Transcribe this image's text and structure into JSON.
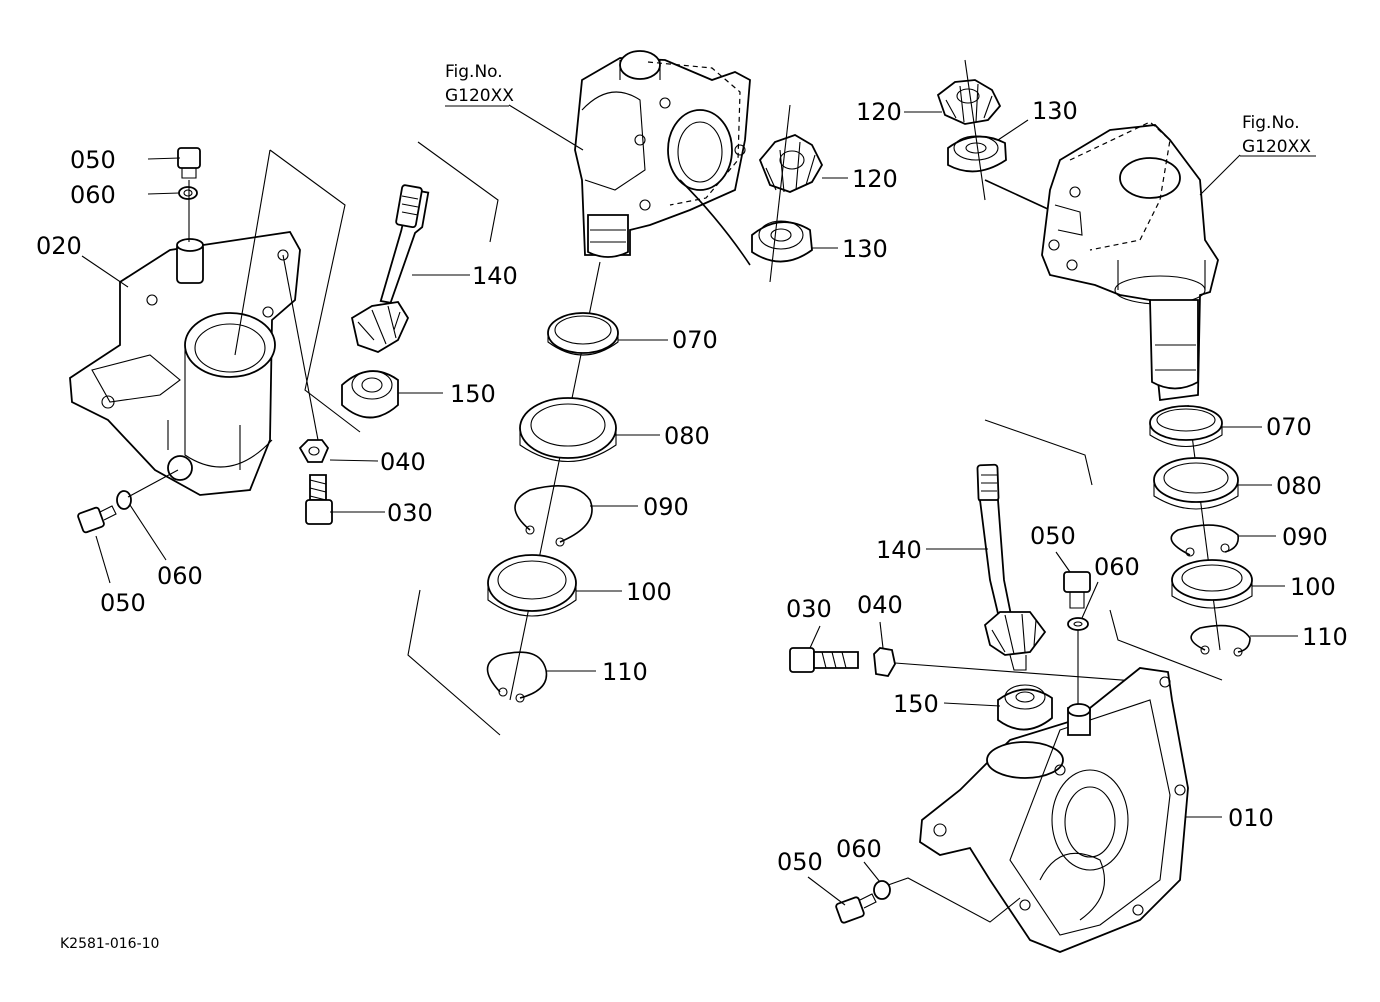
{
  "diagram_code": "K2581-016-10",
  "fig_ref_left": {
    "line1": "Fig.No.",
    "line2": "G120XX"
  },
  "fig_ref_right": {
    "line1": "Fig.No.",
    "line2": "G120XX"
  },
  "labels": {
    "p010": "010",
    "p020": "020",
    "p030a": "030",
    "p030b": "030",
    "p040a": "040",
    "p040b": "040",
    "p050a": "050",
    "p050b": "050",
    "p050c": "050",
    "p050d": "050",
    "p060a": "060",
    "p060b": "060",
    "p060c": "060",
    "p060d": "060",
    "p070a": "070",
    "p070b": "070",
    "p080a": "080",
    "p080b": "080",
    "p090a": "090",
    "p090b": "090",
    "p100a": "100",
    "p100b": "100",
    "p110a": "110",
    "p110b": "110",
    "p120a": "120",
    "p120b": "120",
    "p130a": "130",
    "p130b": "130",
    "p140a": "140",
    "p140b": "140",
    "p150a": "150",
    "p150b": "150"
  }
}
